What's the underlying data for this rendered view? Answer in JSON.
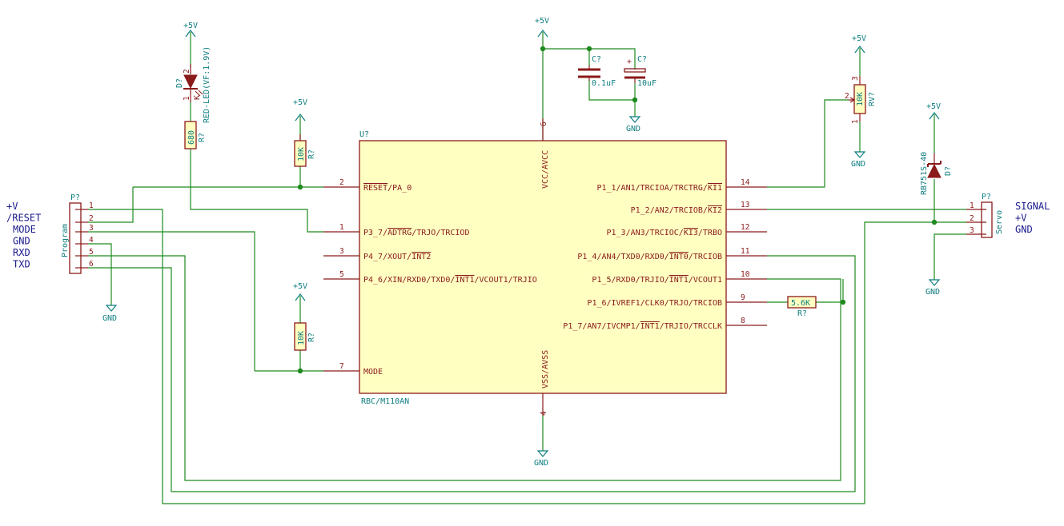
{
  "power_labels": {
    "v5": "+5V",
    "gnd": "GND"
  },
  "mcu": {
    "ref": "U?",
    "value": "RBC/M110AN",
    "top_pin": {
      "num": "6",
      "name": "VCC/AVCC"
    },
    "bottom_pin": {
      "num": "4",
      "name": "VSS/AVSS"
    },
    "left_pins": [
      {
        "num": "2",
        "name": "RESET/PA_0",
        "bar": "RESET"
      },
      {
        "num": "1",
        "name": "P3_7/ADTRG/TRJO/TRCIOD",
        "bar": "ADTRG"
      },
      {
        "num": "3",
        "name": "P4_7/XOUT/INT2",
        "bar": "INT2"
      },
      {
        "num": "5",
        "name": "P4_6/XIN/RXD0/TXD0/INT1/VCOUT1/TRJIO",
        "bar": "INT1"
      },
      {
        "num": "7",
        "name": "MODE",
        "bar": ""
      }
    ],
    "right_pins": [
      {
        "num": "14",
        "name": "P1_1/AN1/TRCIOA/TRCTRG/KI1",
        "bar": "KI1"
      },
      {
        "num": "13",
        "name": "P1_2/AN2/TRCIOB/KI2",
        "bar": "KI2"
      },
      {
        "num": "12",
        "name": "P1_3/AN3/TRCIOC/KI3/TRBO",
        "bar": "KI3"
      },
      {
        "num": "11",
        "name": "P1_4/AN4/TXD0/RXD0/INT0/TRCIOB",
        "bar": "INT0"
      },
      {
        "num": "10",
        "name": "P1_5/RXD0/TRJIO/INT1/VCOUT1",
        "bar": "INT1"
      },
      {
        "num": "9",
        "name": "P1_6/IVREF1/CLK0/TRJO/TRCIOB",
        "bar": ""
      },
      {
        "num": "8",
        "name": "P1_7/AN7/IVCMP1/INT1/TRJIO/TRCCLK",
        "bar": "INT1"
      }
    ]
  },
  "led": {
    "ref": "D?",
    "value": "RED-LED(VF:1.9V)",
    "pin_a": "2",
    "pin_k": "1",
    "k_mark": "K"
  },
  "resistors": {
    "r_led": {
      "ref": "R?",
      "value": "680"
    },
    "r_reset": {
      "ref": "R?",
      "value": "10K"
    },
    "r_mode": {
      "ref": "R?",
      "value": "10K"
    },
    "r_series": {
      "ref": "R?",
      "value": "5.6K"
    }
  },
  "caps": {
    "c1": {
      "ref": "C?",
      "value": "0.1uF"
    },
    "c2": {
      "ref": "C?",
      "value": "10uF",
      "polarity": "+"
    }
  },
  "pot": {
    "ref": "RV?",
    "value": "10K",
    "pins": [
      "3",
      "2",
      "1"
    ]
  },
  "diode": {
    "ref": "D?",
    "value": "RB751S-40"
  },
  "program_conn": {
    "ref": "P?",
    "value": "Program",
    "pins": [
      "1",
      "2",
      "3",
      "4",
      "5",
      "6"
    ],
    "labels": [
      "+V",
      "/RESET",
      "MODE",
      "GND",
      "RXD",
      "TXD"
    ]
  },
  "servo_conn": {
    "ref": "P?",
    "value": "Servo",
    "pins": [
      "1",
      "2",
      "3"
    ],
    "labels": [
      "SIGNAL",
      "+V",
      "GND"
    ]
  },
  "colors": {
    "wire": "#1f8a1f",
    "body_outline": "#8b1a1a",
    "body_fill": "#ffffc2",
    "text_ref": "#0e7d80",
    "text_net": "#1a1a8c"
  }
}
